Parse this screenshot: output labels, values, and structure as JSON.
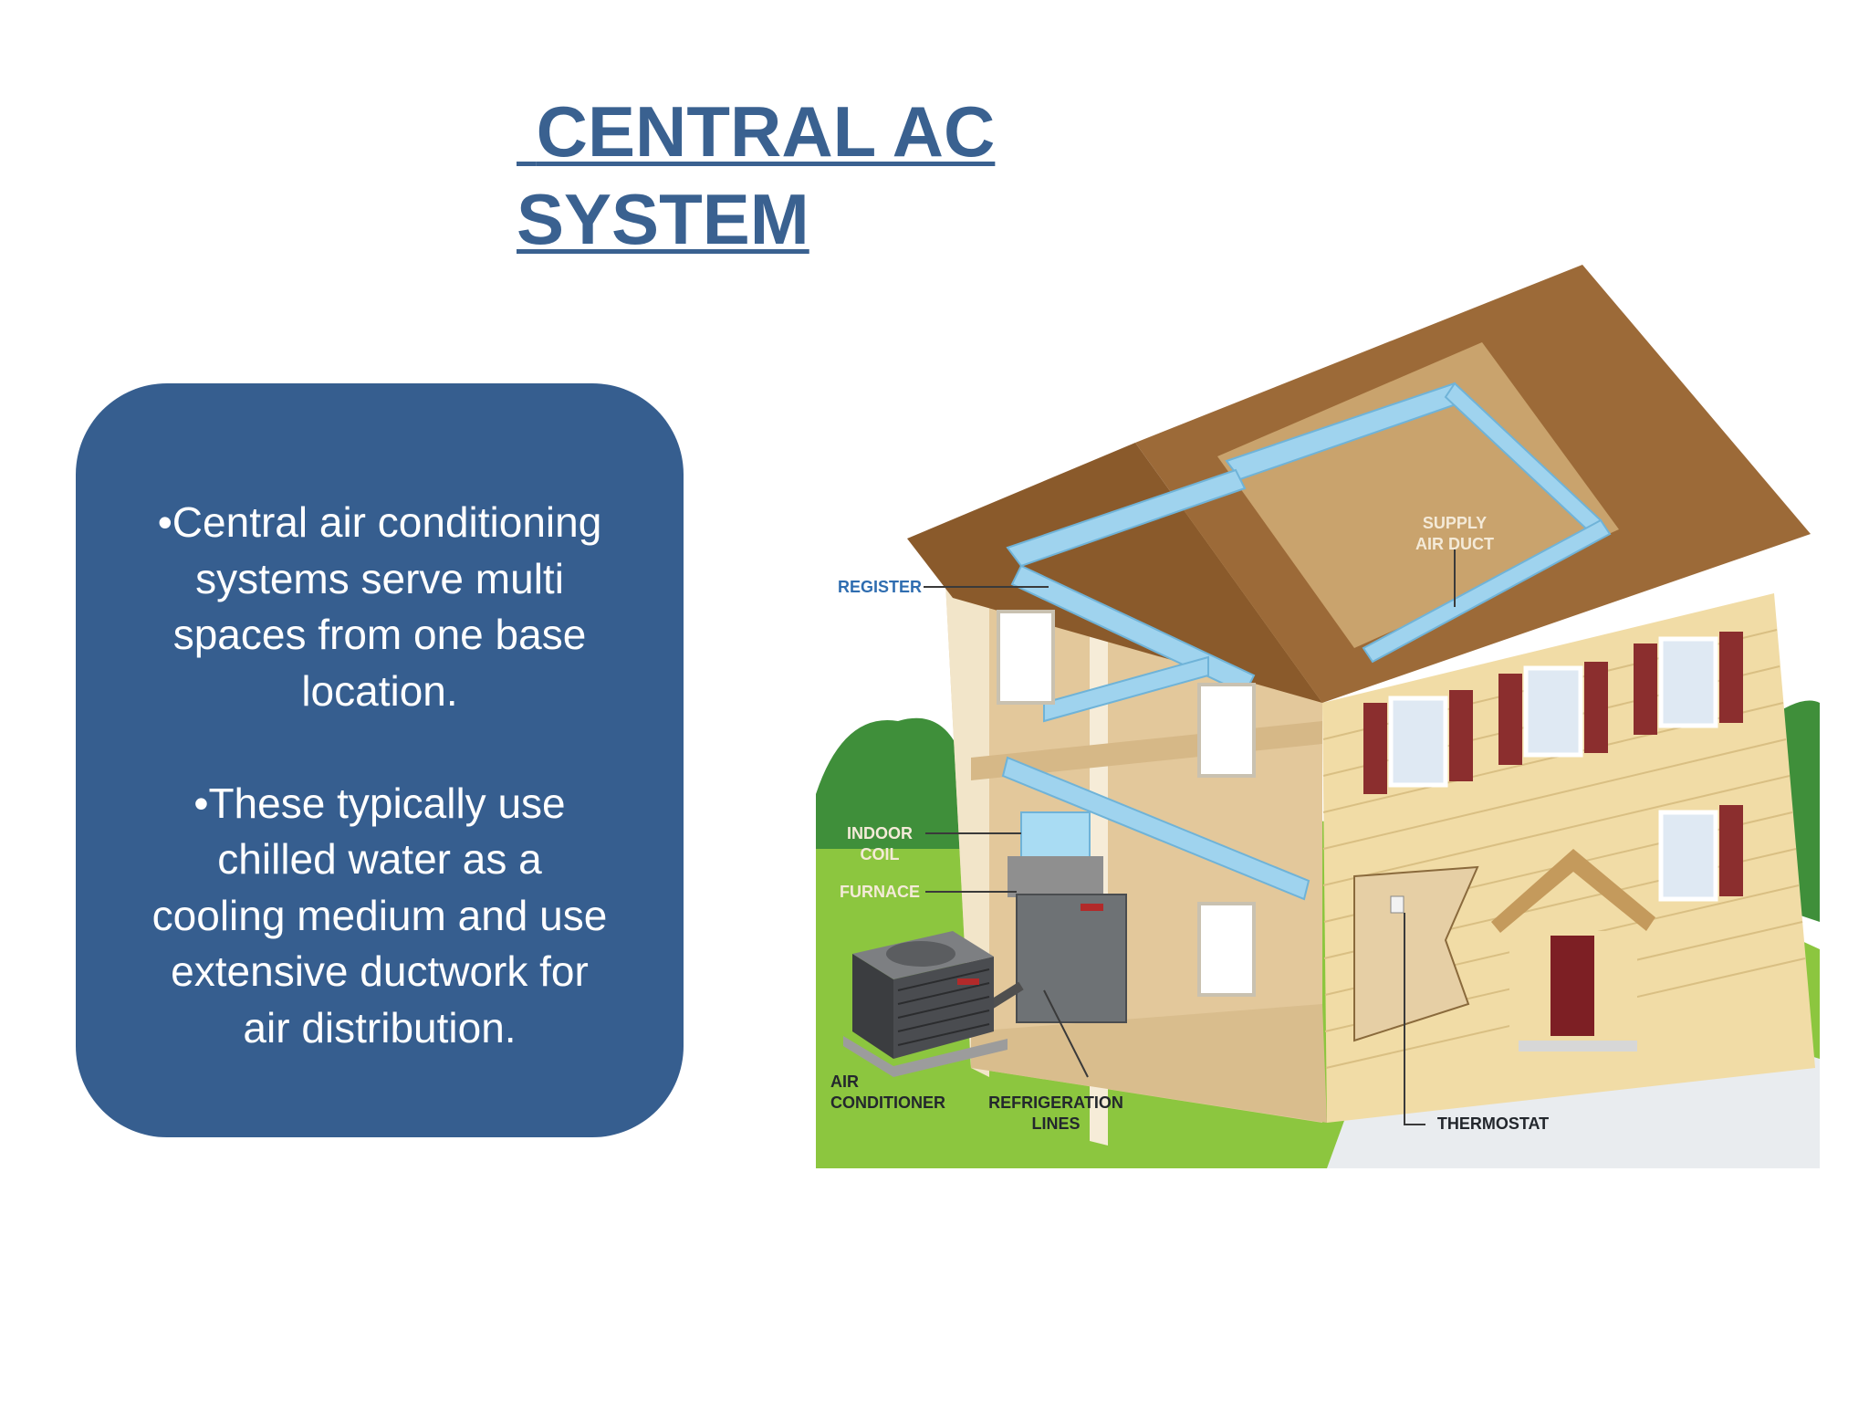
{
  "slide": {
    "title": " CENTRAL AC\nSYSTEM"
  },
  "textbox": {
    "bullet_1": "•Central air conditioning systems serve multi spaces from one base location.",
    "bullet_2": "•These typically use chilled water as a cooling medium and use extensive ductwork for air distribution."
  },
  "diagram": {
    "labels": {
      "register": "REGISTER",
      "supply_air_duct": "SUPPLY\nAIR DUCT",
      "indoor_coil": "INDOOR\nCOIL",
      "furnace": "FURNACE",
      "air_conditioner": "AIR\nCONDITIONER",
      "refrigeration_lines": "REFRIGERATION\nLINES",
      "thermostat": "THERMOSTAT"
    }
  }
}
